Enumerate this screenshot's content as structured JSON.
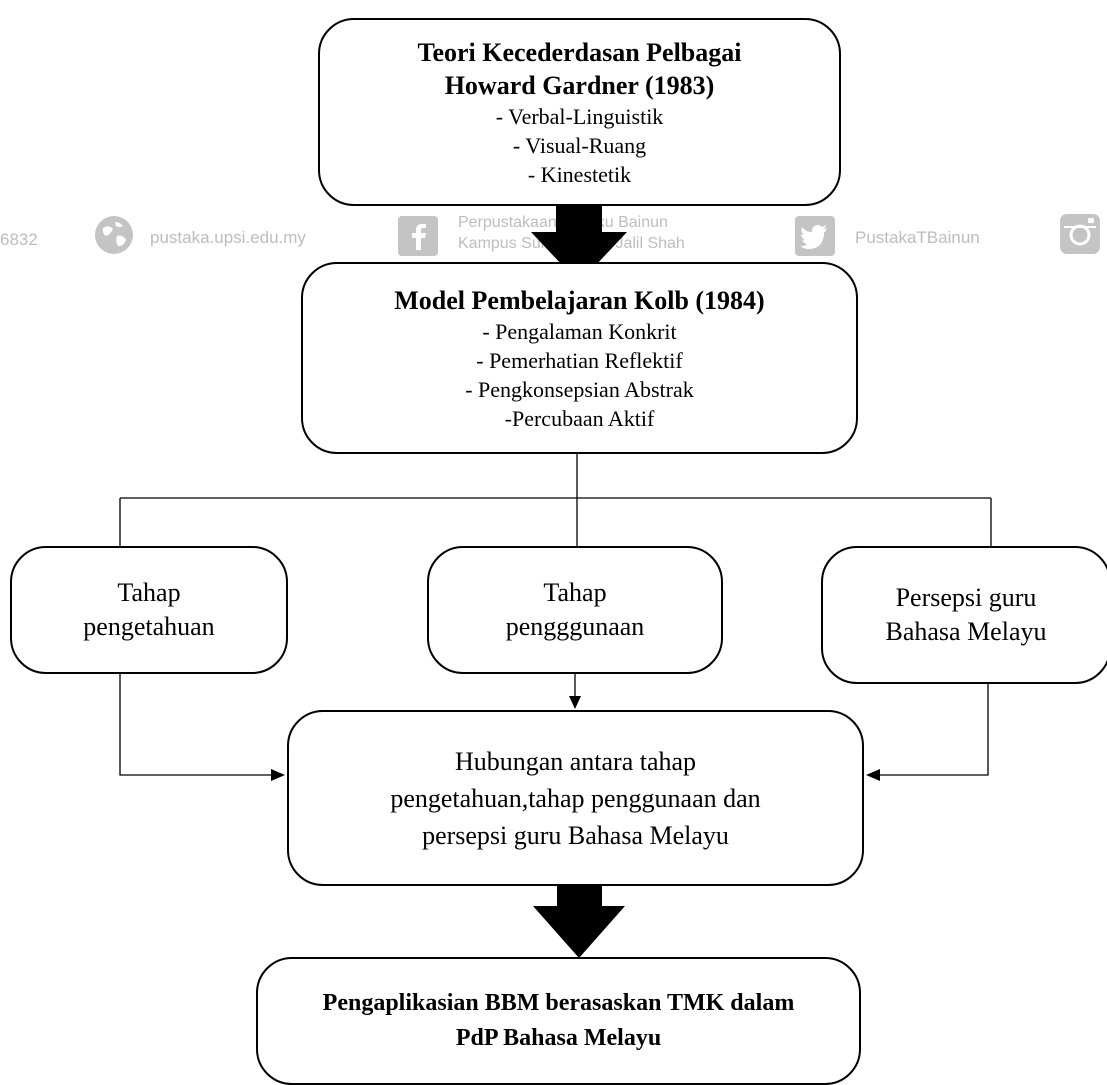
{
  "watermark": {
    "phone_fragment": "6832",
    "site": "pustaka.upsi.edu.my",
    "library_line1": "Perpustakaan Tuanku Bainun",
    "library_line2": "Kampus Sultan Abdul Jalil Shah",
    "twitter": "PustakaTBainun",
    "icons": [
      "globe-icon",
      "facebook-icon",
      "twitter-icon",
      "instagram-icon"
    ],
    "color": "#bdbdbd"
  },
  "nodes": {
    "theory": {
      "title_line1": "Teori Kecederdasan Pelbagai",
      "title_line2": "Howard Gardner  (1983)",
      "items": [
        "- Verbal-Linguistik",
        "- Visual-Ruang",
        "- Kinestetik"
      ]
    },
    "kolb": {
      "title": "Model Pembelajaran Kolb (1984)",
      "items": [
        "-  Pengalaman Konkrit",
        "- Pemerhatian Reflektif",
        "- Pengkonsepsian Abstrak",
        "-Percubaan Aktif"
      ]
    },
    "knowledge": {
      "line1": "Tahap",
      "line2": "pengetahuan"
    },
    "usage": {
      "line1": "Tahap",
      "line2": "pengggunaan"
    },
    "perception": {
      "line1": "Persepsi guru",
      "line2": "Bahasa Melayu"
    },
    "relation": {
      "line1": "Hubungan antara tahap",
      "line2": "pengetahuan,tahap penggunaan dan",
      "line3": "persepsi guru Bahasa Melayu"
    },
    "application": {
      "line1": "Pengaplikasian BBM berasaskan TMK dalam",
      "line2": "PdP Bahasa Melayu"
    }
  },
  "edges": [
    {
      "from": "theory",
      "to": "kolb",
      "style": "thick-arrow"
    },
    {
      "from": "kolb",
      "to": "knowledge",
      "style": "line"
    },
    {
      "from": "kolb",
      "to": "usage",
      "style": "line"
    },
    {
      "from": "kolb",
      "to": "perception",
      "style": "line"
    },
    {
      "from": "knowledge",
      "to": "relation",
      "style": "arrow"
    },
    {
      "from": "usage",
      "to": "relation",
      "style": "arrow"
    },
    {
      "from": "perception",
      "to": "relation",
      "style": "arrow"
    },
    {
      "from": "relation",
      "to": "application",
      "style": "thick-arrow"
    }
  ]
}
